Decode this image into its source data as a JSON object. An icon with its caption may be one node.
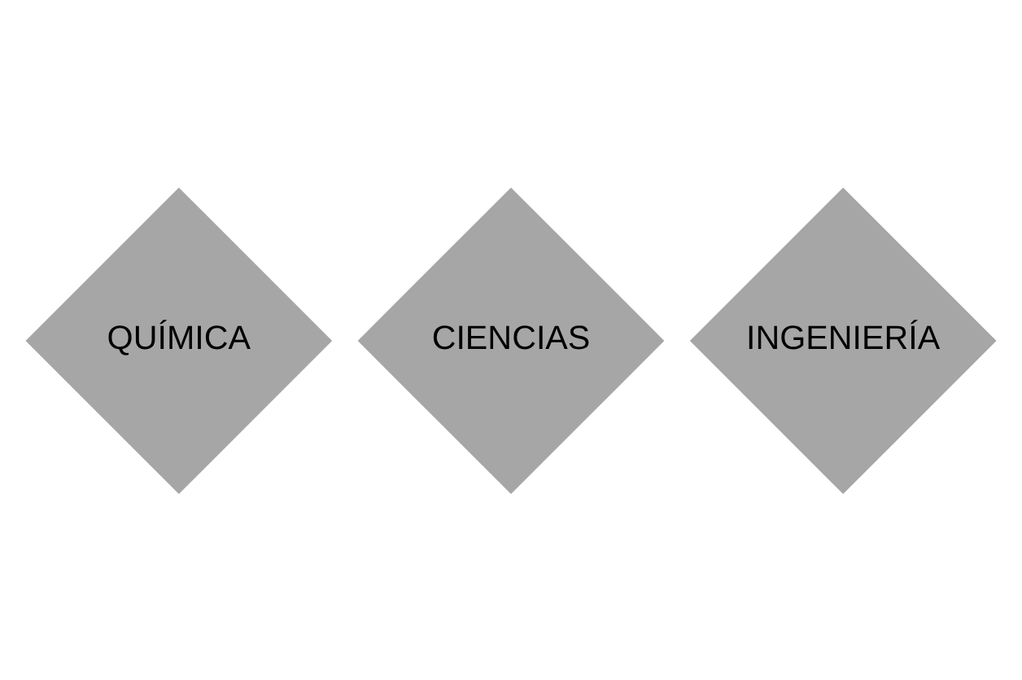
{
  "diagram": {
    "nodes": [
      {
        "text": [
          "QUÍMICA"
        ]
      },
      {
        "text": [
          "CIENCIAS"
        ]
      },
      {
        "text": [
          "INGENIERÍA"
        ]
      }
    ]
  }
}
